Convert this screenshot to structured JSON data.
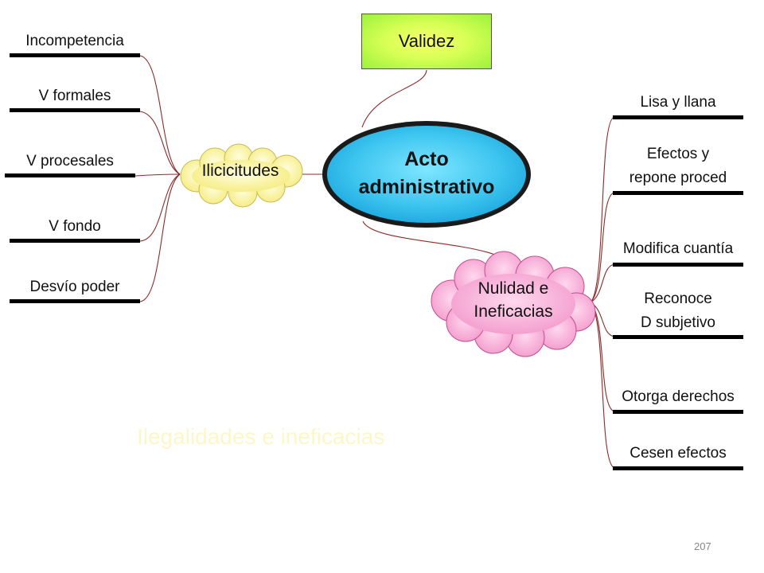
{
  "central": {
    "label_line1": "Acto",
    "label_line2": "administrativo"
  },
  "validez": {
    "label": "Validez"
  },
  "ilicitudes": {
    "label": "Ilicicitudes",
    "items": [
      "Incompetencia",
      "V formales",
      "V procesales",
      "V fondo",
      "Desvío poder"
    ]
  },
  "nulidad": {
    "label_line1": "Nulidad e",
    "label_line2": "Ineficacias",
    "items": [
      {
        "line1": "Lisa y llana",
        "line2": ""
      },
      {
        "line1": "Efectos y",
        "line2": "repone proced"
      },
      {
        "line1": "Modifica cuantía",
        "line2": ""
      },
      {
        "line1": "Reconoce",
        "line2": "D subjetivo"
      },
      {
        "line1": "Otorga derechos",
        "line2": ""
      },
      {
        "line1": "Cesen efectos",
        "line2": ""
      }
    ]
  },
  "faint_caption": "Ilegalidades  e ineficacias",
  "page_number": "207",
  "colors": {
    "connector": "#8b2a2a",
    "central_fill": "#3fc6f0",
    "validez_fill": "#c8ff55",
    "ilicitudes_fill": "#fbf6a0",
    "nulidad_fill": "#f7a8d5"
  },
  "icons": {
    "central": "ellipse-shape",
    "ilicitudes": "cloud-shape",
    "nulidad": "cloud-shape"
  }
}
